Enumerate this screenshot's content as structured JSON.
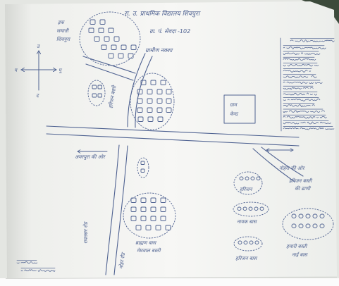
{
  "paper": {
    "ink_color": "#4f6291",
    "paper_color": "#f5f5f3",
    "background_color": "#3c4a3b"
  },
  "header": {
    "title": "रा. उ. प्राथमिक विद्यालय शिवपुरा",
    "subtitle": "ग्रा. पं. सेवदा -102",
    "map_title": "ग्रामीण नक्शा"
  },
  "compass": {
    "north": "उ",
    "south": "द",
    "east": "पू",
    "west": "प"
  },
  "labels": {
    "top_left": [
      "इक",
      "जमाती",
      "शिवपुरा"
    ],
    "left_settlement": "हरिजन बस्ती",
    "center_box": [
      "ग्राम",
      "केन्द्र"
    ],
    "road_west": "अमरपुरा की ओर",
    "road_east": "नोहरा की ओर",
    "road_south_left": "रावतसर रोड",
    "road_south_right": "नोहर रोड",
    "bottom_cluster": [
      "ब्राह्मण बास",
      "मेघवाल बस्ती"
    ],
    "east_top": [
      "हरिजन बस्ती",
      "की ढाणी"
    ],
    "east_a": "हरिजन",
    "east_b": "नायक बास",
    "east_d": "हरिजन बास",
    "east_c": [
      "हमारी बस्ती",
      "नाई बास"
    ]
  }
}
